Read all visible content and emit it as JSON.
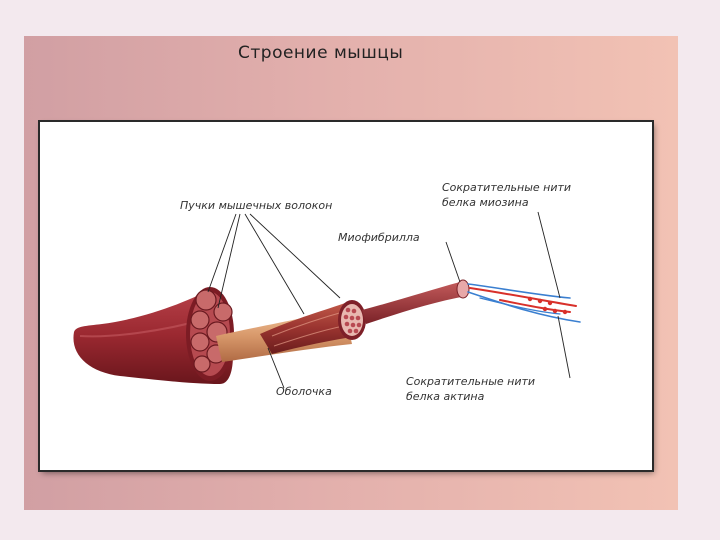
{
  "slide": {
    "title": "Строение мышцы"
  },
  "diagram": {
    "labels": {
      "bundles": "Пучки мышечных волокон",
      "myofibril": "Миофибрилла",
      "sheath": "Оболочка",
      "myosin_line1": "Сократительные нити",
      "myosin_line2": "белка миозина",
      "actin_line1": "Сократительные нити",
      "actin_line2": "белка актина"
    },
    "colors": {
      "muscle": "#a8323a",
      "muscle_dark": "#6e1c22",
      "sheath": "#d99a6c",
      "myosin": "#d8302a",
      "actin": "#3a7fd0"
    }
  }
}
